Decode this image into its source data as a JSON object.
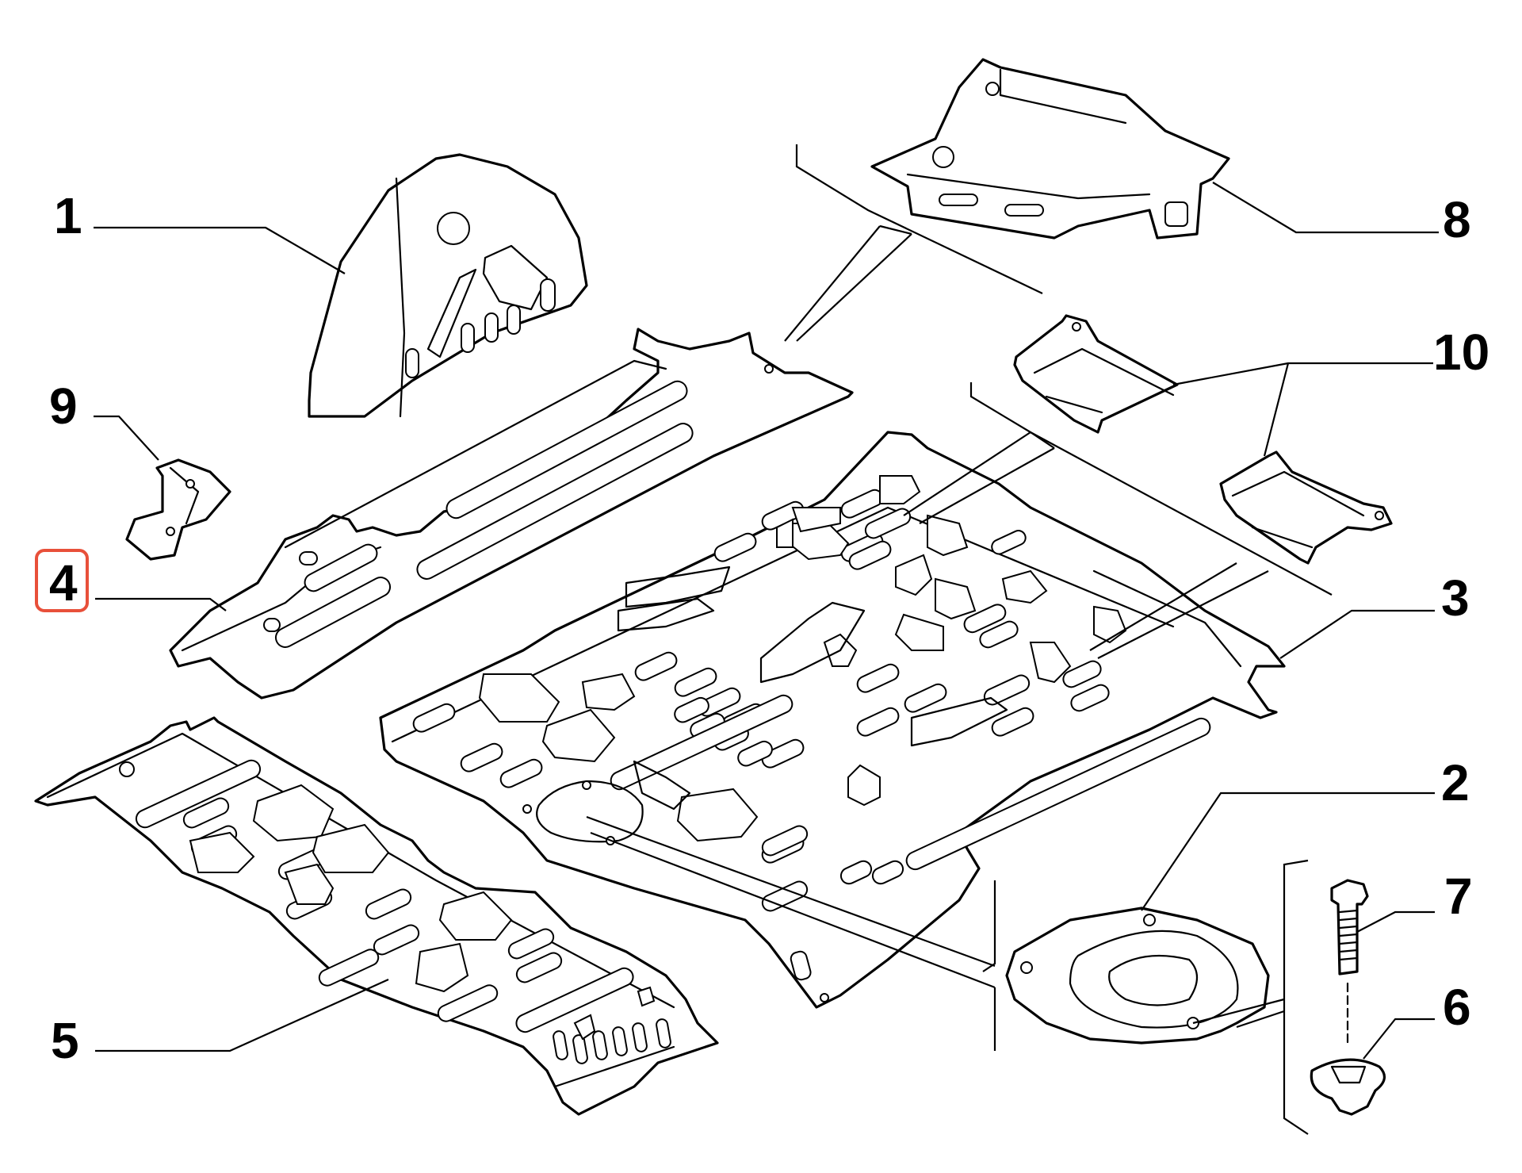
{
  "diagram": {
    "callouts": [
      {
        "id": "c1",
        "label": "1"
      },
      {
        "id": "c2",
        "label": "2"
      },
      {
        "id": "c3",
        "label": "3"
      },
      {
        "id": "c4",
        "label": "4",
        "highlighted": true
      },
      {
        "id": "c5",
        "label": "5"
      },
      {
        "id": "c6",
        "label": "6"
      },
      {
        "id": "c7",
        "label": "7"
      },
      {
        "id": "c8",
        "label": "8"
      },
      {
        "id": "c9",
        "label": "9"
      },
      {
        "id": "c10",
        "label": "10"
      }
    ],
    "highlight_color": "#e8503a",
    "line_color": "#000000",
    "background": "#ffffff"
  }
}
